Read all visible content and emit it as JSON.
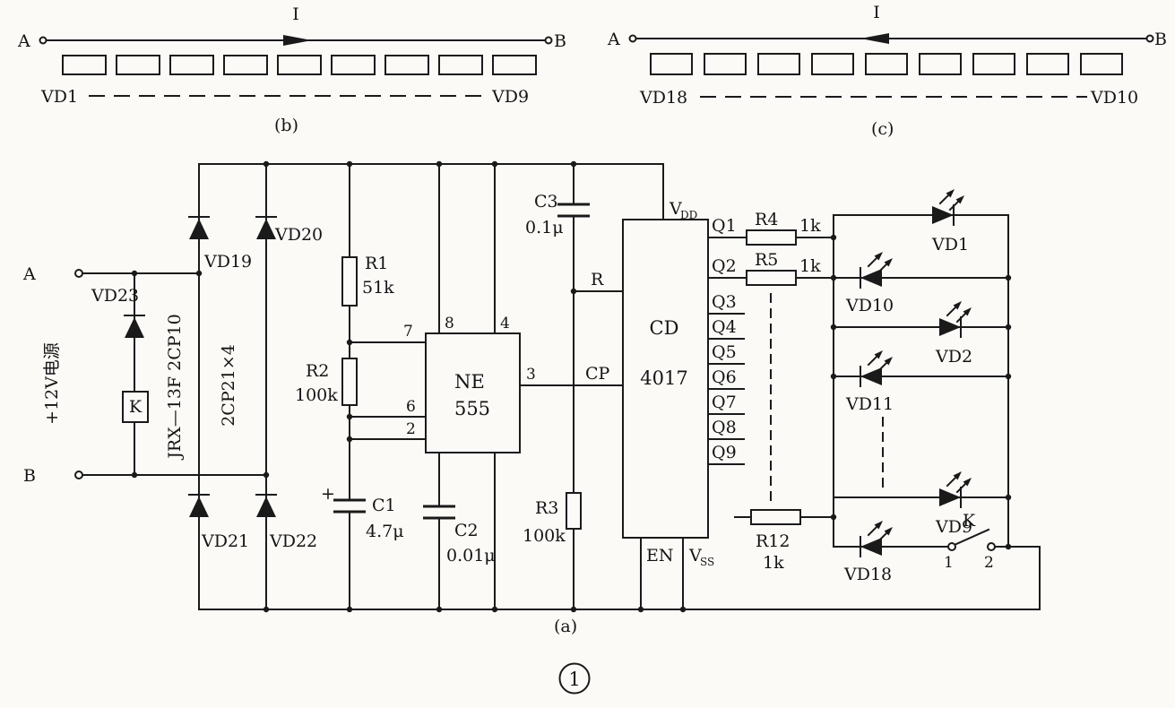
{
  "figure": {
    "number": "1"
  },
  "section_b": {
    "terminal_a": "A",
    "terminal_b": "B",
    "current_label": "I",
    "first_led": "VD1",
    "last_led": "VD9",
    "caption": "(b)"
  },
  "section_c": {
    "terminal_a": "A",
    "terminal_b": "B",
    "current_label": "I",
    "first_led": "VD18",
    "last_led": "VD10",
    "caption": "(c)"
  },
  "section_a": {
    "caption": "(a)",
    "input": {
      "terminal_a": "A",
      "terminal_b": "B",
      "supply_label": "+12V电源",
      "protection_diode": "VD23",
      "relay_label": "K",
      "model_label": "JRX—13F 2CP10"
    },
    "bridge": {
      "d_top_left": "VD19",
      "d_top_right": "VD20",
      "d_bottom_left": "VD21",
      "d_bottom_right": "VD22",
      "model_label": "2CP21×4"
    },
    "oscillator": {
      "r1": "R1",
      "r1_value": "51k",
      "r2": "R2",
      "r2_value": "100k",
      "c1": "C1",
      "c1_value": "4.7μ",
      "c1_polarity": "+",
      "c2": "C2",
      "c2_value": "0.01μ",
      "ic_name": "NE",
      "ic_number": "555",
      "pin7": "7",
      "pin8": "8",
      "pin4": "4",
      "pin6": "6",
      "pin2": "2",
      "pin3": "3"
    },
    "reset_network": {
      "c3": "C3",
      "c3_value": "0.1μ",
      "r3": "R3",
      "r3_value": "100k"
    },
    "counter": {
      "ic_name": "CD",
      "ic_number": "4017",
      "vdd_base": "V",
      "vdd_sub": "DD",
      "vss_base": "V",
      "vss_sub": "SS",
      "enable": "EN",
      "reset": "R",
      "clock": "CP",
      "outputs": [
        "Q1",
        "Q2",
        "Q3",
        "Q4",
        "Q5",
        "Q6",
        "Q7",
        "Q8",
        "Q9"
      ]
    },
    "drive": {
      "r4": "R4",
      "r4_value": "1k",
      "r5": "R5",
      "r5_value": "1k",
      "r12": "R12",
      "r12_value": "1k",
      "led1": "VD1",
      "led10": "VD10",
      "led2": "VD2",
      "led11": "VD11",
      "led9": "VD9",
      "led18": "VD18",
      "switch_label": "K",
      "contact_1": "1",
      "contact_2": "2"
    }
  }
}
